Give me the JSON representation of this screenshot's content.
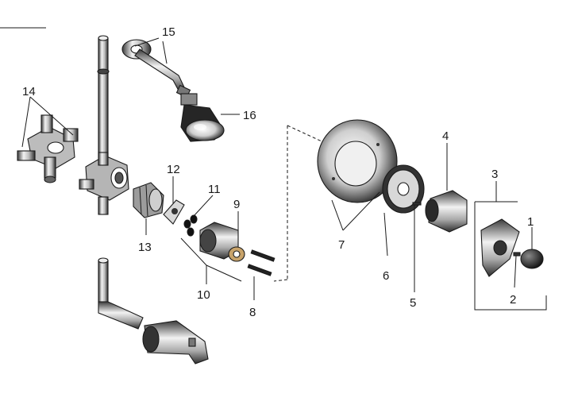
{
  "callouts": [
    {
      "id": "1",
      "text": "1"
    },
    {
      "id": "2",
      "text": "2"
    },
    {
      "id": "3",
      "text": "3"
    },
    {
      "id": "4",
      "text": "4"
    },
    {
      "id": "5",
      "text": "5"
    },
    {
      "id": "6",
      "text": "6"
    },
    {
      "id": "7",
      "text": "7"
    },
    {
      "id": "8",
      "text": "8"
    },
    {
      "id": "9",
      "text": "9"
    },
    {
      "id": "10",
      "text": "10"
    },
    {
      "id": "11",
      "text": "11"
    },
    {
      "id": "12",
      "text": "12"
    },
    {
      "id": "13",
      "text": "13"
    },
    {
      "id": "14",
      "text": "14"
    },
    {
      "id": "15",
      "text": "15"
    },
    {
      "id": "16",
      "text": "16"
    }
  ],
  "colors": {
    "ink": "#1a1a1a",
    "chrome_light": "#e8e8e8",
    "chrome_mid": "#9a9a9a",
    "chrome_dark": "#3a3a3a",
    "background": "#ffffff"
  }
}
